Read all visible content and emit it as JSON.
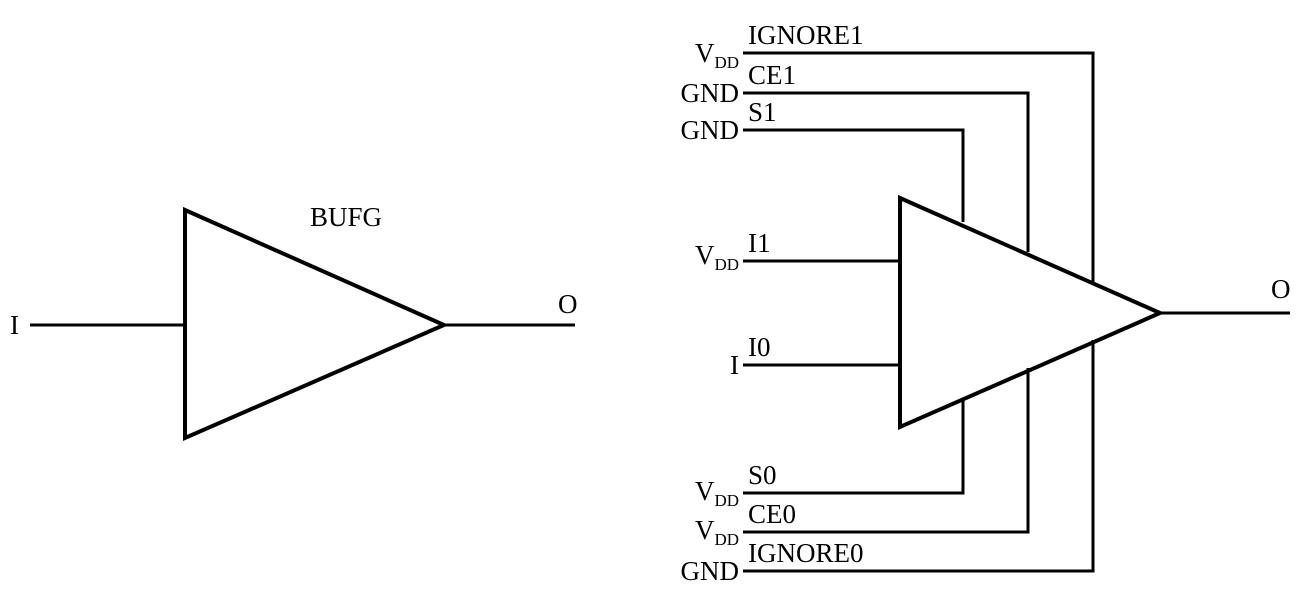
{
  "bufg": {
    "title": "BUFG",
    "input_label": "I",
    "output_label": "O"
  },
  "bufgmux": {
    "pins": {
      "ignore1": "IGNORE1",
      "ce1": "CE1",
      "s1": "S1",
      "i1": "I1",
      "i0": "I0",
      "s0": "S0",
      "ce0": "CE0",
      "ignore0": "IGNORE0"
    },
    "ties": {
      "ignore1": {
        "base": "V",
        "sub": "DD"
      },
      "ce1": "GND",
      "s1": "GND",
      "i1": {
        "base": "V",
        "sub": "DD"
      },
      "i0": "I",
      "s0": {
        "base": "V",
        "sub": "DD"
      },
      "ce0": {
        "base": "V",
        "sub": "DD"
      },
      "ignore0": "GND"
    },
    "output_label": "O"
  }
}
